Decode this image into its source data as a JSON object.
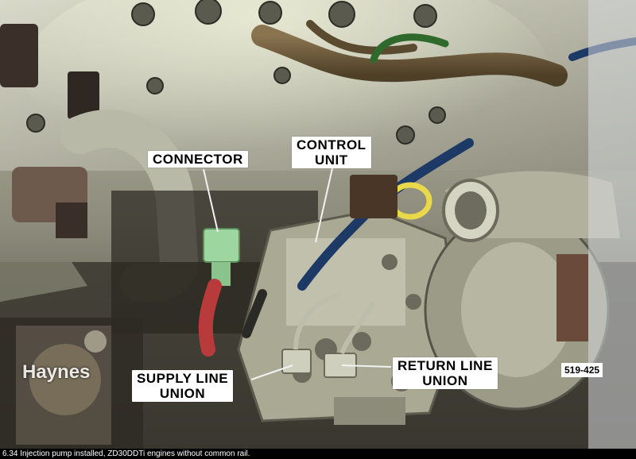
{
  "image": {
    "labels": {
      "connector": "CONNECTOR",
      "control_unit_line1": "CONTROL",
      "control_unit_line2": "UNIT",
      "supply_line1": "SUPPLY LINE",
      "supply_line2": "UNION",
      "return_line1": "RETURN LINE",
      "return_line2": "UNION"
    },
    "reference_number": "519-425",
    "watermark": "Haynes",
    "caption": "6.34 Injection pump installed, ZD30DDTi engines without common rail."
  },
  "colors": {
    "metal_light": "#c9c9b8",
    "metal_mid": "#9c9c8a",
    "metal_dark": "#4d4a3f",
    "hose_brown": "#6e5a3a",
    "hose_blue": "#1d3a66",
    "connector_green": "#9ed6a0",
    "wire_red": "#b83a3a",
    "oil_cap_yellow": "#e8d84a",
    "label_bg": "#ffffff",
    "caption_bg": "#000000"
  }
}
